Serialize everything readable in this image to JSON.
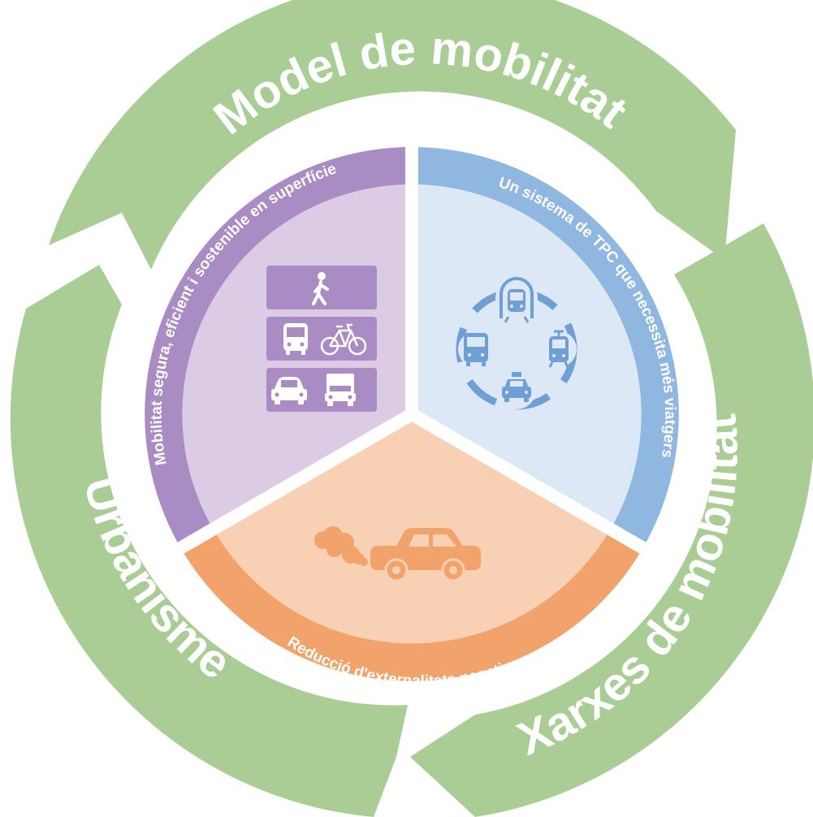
{
  "ring": {
    "top_label": "Model de mobilitat",
    "left_label": "Urbanisme",
    "right_label": "Xarxes de mobilitat",
    "color": "#aacd96"
  },
  "sectors": {
    "surface": {
      "label": "Mobilitat segura, eficient i sostenible en superfície",
      "band_color": "#a98cc4",
      "fill_color": "#dccbe4",
      "icons": [
        "pedestrian-icon",
        "bus-icon",
        "bicycle-icon",
        "car-icon",
        "truck-icon"
      ]
    },
    "transit": {
      "label": "Un sistema de TPC que necessita més viatgers",
      "band_color": "#8fb7e0",
      "fill_color": "#dde8f6",
      "icons": [
        "metro-icon",
        "tram-icon",
        "taxi-icon",
        "bus-icon"
      ]
    },
    "externalities": {
      "label": "Reducció d'externalitats negatives",
      "band_color": "#f1a36b",
      "fill_color": "#f8d0b4",
      "icons": [
        "exhaust-smoke-icon",
        "car-icon"
      ]
    }
  }
}
